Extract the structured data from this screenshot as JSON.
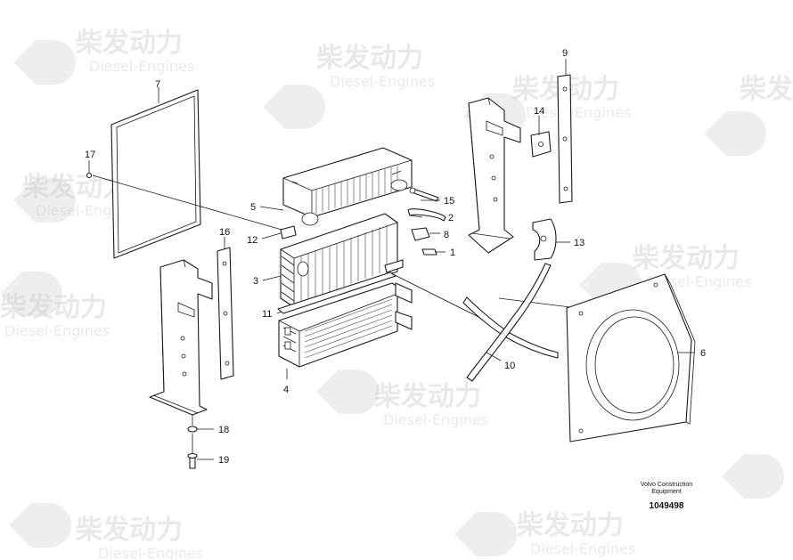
{
  "watermark": {
    "brand_cn": "柴发动力",
    "brand_en": "Diesel-Engines"
  },
  "callouts": [
    {
      "id": "callout-1",
      "text": "1"
    },
    {
      "id": "callout-2",
      "text": "2"
    },
    {
      "id": "callout-3",
      "text": "3"
    },
    {
      "id": "callout-4",
      "text": "4"
    },
    {
      "id": "callout-5",
      "text": "5"
    },
    {
      "id": "callout-6",
      "text": "6"
    },
    {
      "id": "callout-7",
      "text": "7"
    },
    {
      "id": "callout-8",
      "text": "8"
    },
    {
      "id": "callout-9",
      "text": "9"
    },
    {
      "id": "callout-10",
      "text": "10"
    },
    {
      "id": "callout-11",
      "text": "11"
    },
    {
      "id": "callout-12",
      "text": "12"
    },
    {
      "id": "callout-13",
      "text": "13"
    },
    {
      "id": "callout-14",
      "text": "14"
    },
    {
      "id": "callout-15",
      "text": "15"
    },
    {
      "id": "callout-16",
      "text": "16"
    },
    {
      "id": "callout-17",
      "text": "17"
    },
    {
      "id": "callout-18",
      "text": "18"
    },
    {
      "id": "callout-19",
      "text": "19"
    }
  ],
  "caption": {
    "company_line1": "Volvo Construction",
    "company_line2": "Equipment",
    "document_number": "1049498"
  }
}
